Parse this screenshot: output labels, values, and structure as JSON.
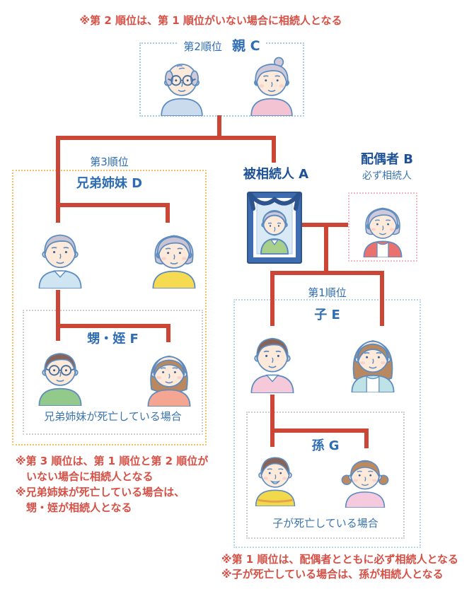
{
  "notes": {
    "top": "※第 2 順位は、第 1 順位がいない場合に相続人となる",
    "bottom_left": [
      "※第 3 順位は、第 1 順位と第 2 順位が",
      "いない場合に相続人となる",
      "※兄弟姉妹が死亡している場合は、",
      "甥・姪が相続人となる"
    ],
    "bottom_right": [
      "※第 1 順位は、配偶者とともに必ず相続人となる",
      "※子が死亡している場合は、孫が相続人となる"
    ]
  },
  "sections": {
    "parents": {
      "rank": "第2順位",
      "label": "親 C"
    },
    "deceased": {
      "label": "被相続人 A"
    },
    "spouse": {
      "label": "配偶者 B",
      "sublabel": "必ず相続人"
    },
    "siblings": {
      "rank": "第3順位",
      "label": "兄弟姉妹 D"
    },
    "nephew_niece": {
      "label": "甥・姪 F",
      "caption": "兄弟姉妹が死亡している場合"
    },
    "children": {
      "rank": "第1順位",
      "label": "子 E"
    },
    "grandchildren": {
      "label": "孫 G",
      "caption": "子が死亡している場合"
    }
  },
  "colors": {
    "connector_red": "#cb4634",
    "note_red": "#d75045",
    "heading_blue": "#2e6cb3",
    "dark_navy": "#1c5197",
    "parents_border": "#a5cae7",
    "spouse_border": "#f3b7c4",
    "siblings_border": "#f4bf63",
    "children_border": "#b5d6ea",
    "inner_border": "#cccccc",
    "portrait_frame": "#3e6cb0",
    "ribbon_navy": "#2e548e"
  },
  "people": {
    "parent_father": {
      "hair": "bald",
      "hair_color": "#cfc9da",
      "shirt": "#c9dbec",
      "glasses": true
    },
    "parent_mother": {
      "hair": "elderly-bun",
      "hair_color": "#cfc9da",
      "shirt": "#f3c3d3",
      "blush": true
    },
    "sibling_brother": {
      "hair": "short",
      "hair_color": "#c9c3d4",
      "shirt": "#cfe6f2",
      "collar": true
    },
    "sibling_sister": {
      "hair": "elderly-wavy",
      "hair_color": "#c9c3d4",
      "shirt": "#f6da52",
      "blush": true
    },
    "nephew": {
      "hair": "short",
      "hair_color": "#8a6357",
      "shirt": "#93c98b",
      "glasses": true
    },
    "niece": {
      "hair": "bob",
      "hair_color": "#b9885e",
      "shirt": "#f4a692",
      "blush": true
    },
    "spouse_b": {
      "hair": "elderly-wavy",
      "hair_color": "#cfc9da",
      "shirt": "#e9726f",
      "inner": true,
      "blush": true
    },
    "son": {
      "hair": "short",
      "hair_color": "#8a6357",
      "shirt": "#f6c9da",
      "collar": true
    },
    "daughter": {
      "hair": "long",
      "hair_color": "#b9885e",
      "shirt": "#bfe2e6",
      "inner": true,
      "blush": true
    },
    "grandson": {
      "hair": "boy",
      "hair_color": "#8a6357",
      "shirt": "#f2d84b",
      "stripe": "#e8a24a",
      "open_mouth": true,
      "blush": true
    },
    "granddaughter": {
      "hair": "pigtails",
      "hair_color": "#bd8a60",
      "shirt": "#f5cade",
      "blush": true
    }
  }
}
